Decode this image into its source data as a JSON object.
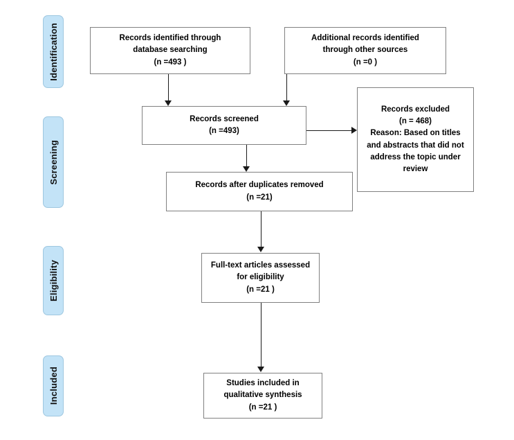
{
  "diagram": {
    "type": "prisma-flow-diagram",
    "accent_color": "#c3e3f7",
    "box_border_color": "#808080",
    "connector_color": "#1a1a1a"
  },
  "stages": [
    {
      "key": "identification",
      "label": "Identification"
    },
    {
      "key": "screening",
      "label": "Screening"
    },
    {
      "key": "eligibility",
      "label": "Eligibility"
    },
    {
      "key": "included",
      "label": "Included"
    }
  ],
  "boxes": {
    "records_identified": {
      "line1": "Records identified through",
      "line2": "database searching",
      "line3": "(n =493 )"
    },
    "additional_records": {
      "line1": "Additional records identified",
      "line2": "through other sources",
      "line3": "(n =0  )"
    },
    "records_screened": {
      "line1": "Records screened",
      "line2": "(n =493)"
    },
    "records_excluded": {
      "line1": "Records excluded",
      "line2": "(n = 468)",
      "line3": "Reason: Based on titles and abstracts that did not address the topic under review"
    },
    "duplicates_removed": {
      "line1": "Records after duplicates removed",
      "line2": "(n =21)"
    },
    "full_text_assessed": {
      "line1": "Full-text articles assessed",
      "line2": "for eligibility",
      "line3": "(n =21  )"
    },
    "studies_included": {
      "line1": "Studies included in",
      "line2": "qualitative synthesis",
      "line3": "(n =21 )"
    }
  },
  "connectors": [
    {
      "name": "identified-to-screened",
      "kind": "arrow-down"
    },
    {
      "name": "additional-to-screened",
      "kind": "arrow-down"
    },
    {
      "name": "screened-to-excluded",
      "kind": "arrow-right"
    },
    {
      "name": "screened-to-duplicates",
      "kind": "arrow-down"
    },
    {
      "name": "duplicates-to-fulltext",
      "kind": "arrow-down"
    },
    {
      "name": "fulltext-to-included",
      "kind": "arrow-down"
    }
  ]
}
